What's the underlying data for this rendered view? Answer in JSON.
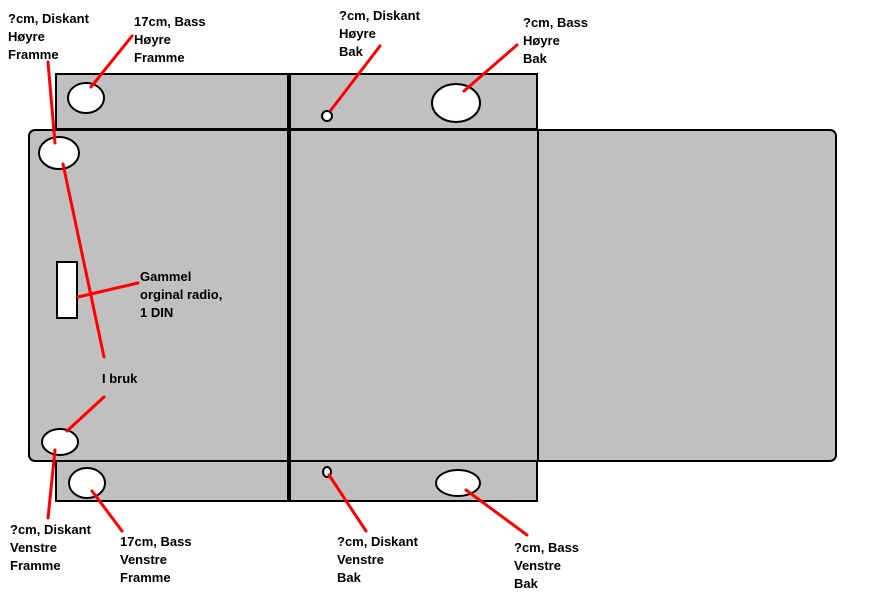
{
  "colors": {
    "body_fill": "#c0c0c0",
    "outline": "#000000",
    "speaker_fill": "#ffffff",
    "pointer": "#ff0000",
    "text": "#000000"
  },
  "labels": {
    "tweeter_front_right": [
      "?cm, Diskant",
      "Høyre",
      "Framme"
    ],
    "bass_front_right": [
      "17cm, Bass",
      "Høyre",
      "Framme"
    ],
    "tweeter_rear_right": [
      "?cm, Diskant",
      "Høyre",
      "Bak"
    ],
    "bass_rear_right": [
      "?cm, Bass",
      "Høyre",
      "Bak"
    ],
    "old_radio": [
      "Gammel",
      "orginal radio,",
      "1 DIN"
    ],
    "in_use": [
      "I bruk"
    ],
    "tweeter_front_left": [
      "?cm, Diskant",
      "Venstre",
      "Framme"
    ],
    "bass_front_left": [
      "17cm, Bass",
      "Venstre",
      "Framme"
    ],
    "tweeter_rear_left": [
      "?cm, Diskant",
      "Venstre",
      "Bak"
    ],
    "bass_rear_left": [
      "?cm, Bass",
      "Venstre",
      "Bak"
    ]
  }
}
